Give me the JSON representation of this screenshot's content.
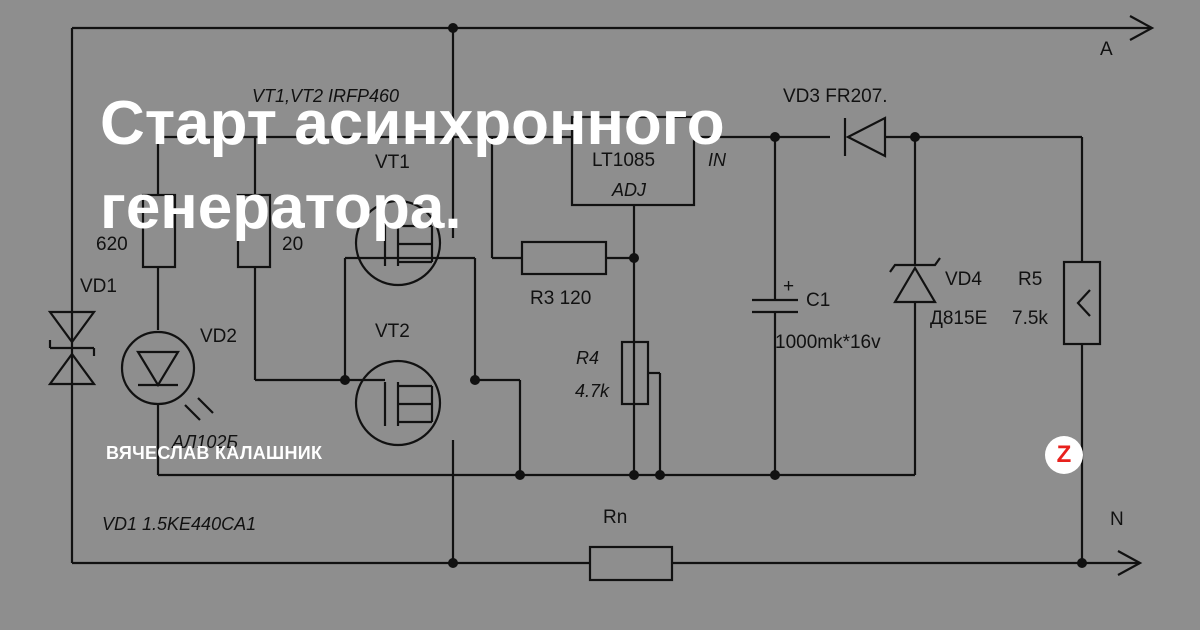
{
  "title": "Старт асинхронного генератора.",
  "author": "ВЯЧЕСЛАВ КАЛАШНИК",
  "logo_letter": "Z",
  "schematic": {
    "terminals": {
      "line_a": "A",
      "line_n": "N"
    },
    "transistors_note": "VT1,VT2  IRFP460",
    "vt1": "VT1",
    "vt2": "VT2",
    "regulator_name": "LT1085",
    "regulator_adj": "ADJ",
    "regulator_in": "IN",
    "vd3": "VD3 FR207.",
    "r1_value": "620",
    "r2_value": "20",
    "vd1": "VD1",
    "vd2": "VD2",
    "vd2_part": "АЛ102Б",
    "r3": "R3 120",
    "r4_name": "R4",
    "r4_value": "4.7k",
    "c1_plus": "+",
    "c1": "C1",
    "c1_value": "1000mk*16v",
    "vd4": "VD4",
    "vd4_part": "Д815Е",
    "r5": "R5",
    "r5_value": "7.5k",
    "vd1_note": "VD1 1.5KE440CA1",
    "rn": "Rn"
  },
  "colors": {
    "background": "#8e8e8e",
    "ink": "#111111",
    "overlay_text": "#ffffff",
    "logo_accent": "#e8211d"
  }
}
